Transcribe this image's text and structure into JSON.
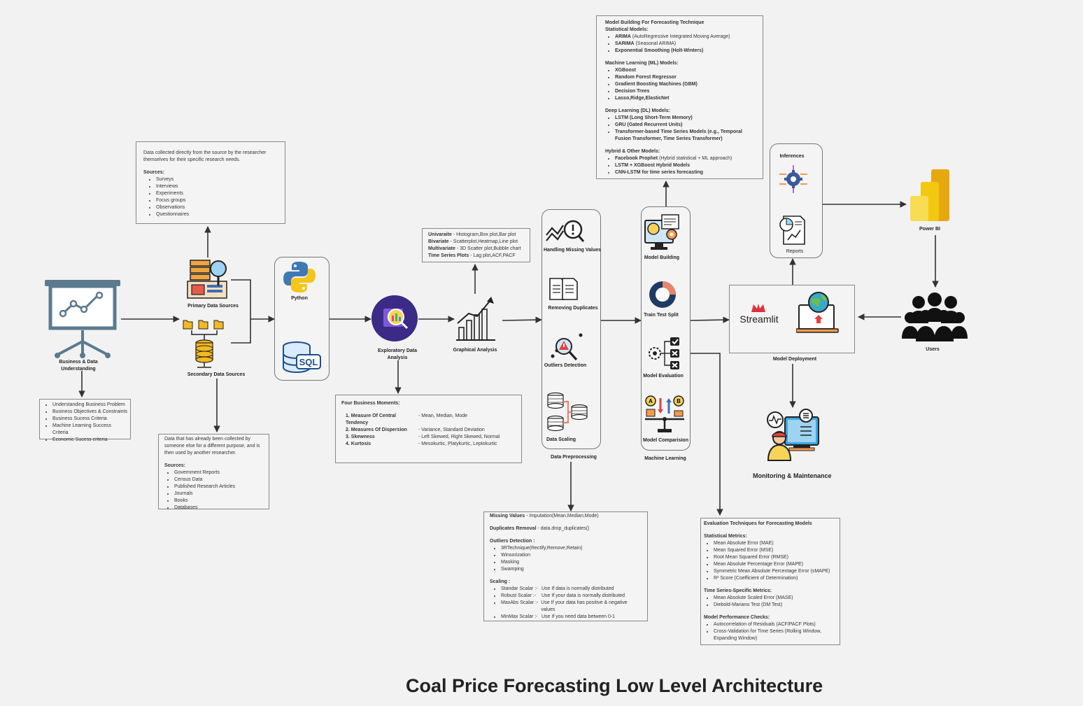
{
  "title": "Coal Price Forecasting Low Level Architecture",
  "labels": {
    "business": [
      "Business & Data",
      "Understanding"
    ],
    "primary": "Primary Data Sources",
    "secondary": "Secondary Data Sources",
    "python": "Python",
    "eda": [
      "Exploratory Data",
      "Analysis"
    ],
    "graphical": "Graphical Analysis",
    "handling_missing": "Handling Missing Values",
    "removing_duplicates": "Removing Duplicates",
    "outliers": "Outliers Detection",
    "scaling": "Data Scaling",
    "preprocessing": "Data Preprocessing",
    "model_building": "Model Building",
    "train_test": "Train Test Split",
    "model_eval": "Model Evaluation",
    "model_comp": "Model Comparision",
    "ml": "Machine Learning",
    "inferences": "Inferences",
    "reports": "Reports",
    "powerbi": "Power BI",
    "streamlit": "Streamlit",
    "deployment": "Model Deployment",
    "users": "Users",
    "monitoring": "Monitoring & Maintenance"
  },
  "business_box": {
    "items": [
      "Understanding Business Problem",
      "Business Objectives & Constraints",
      "Business Sucess Criteria",
      "Machine Learning Success Criteria",
      "Economic Sucess criteria"
    ]
  },
  "primary_box": {
    "desc": "Data collected directly from the source by the researcher themselves for their specific research needs.",
    "heading": "Sources:",
    "items": [
      "Surveys",
      "Interviews",
      "Experiments",
      "Focus groups",
      "Observations",
      "Questionnaires"
    ]
  },
  "secondary_box": {
    "desc": "Data that has already been collected by someone else for a different purpose, and is then used by another researcher.",
    "heading": "Sources:",
    "items": [
      "Government Reports",
      "Census Data",
      "Published Research Articles",
      "Journals",
      "Books",
      "Databases"
    ]
  },
  "graph_box": {
    "rows": [
      {
        "k": "Univaraite",
        "v": " - Histogram,Box plot,Bar plot"
      },
      {
        "k": "Bivariate",
        "v": "     - Scatterplot,Heatmap,Line plot"
      },
      {
        "k": "Multivariate",
        "v": " - 3D Scatter plot,Bubble chart"
      },
      {
        "k": "Time Series Plots",
        "v": " - Lag plot,ACF,PACF"
      }
    ]
  },
  "moments_box": {
    "heading": "Four Business Moments:",
    "rows": [
      {
        "k": "Measure Of Central Tendency",
        "v": "-  Mean, Median, Mode"
      },
      {
        "k": "Measures Of Dispersion",
        "v": "-  Variance, Standard Deviation"
      },
      {
        "k": "Skewness",
        "v": "-  Left Skewed, Right Skewed, Normal"
      },
      {
        "k": "Kurtosis",
        "v": "-  Mesokurtic, Platykurtic, Leptokurtic"
      }
    ]
  },
  "prep_box": {
    "missing_k": "Missing Values",
    "missing_v": " - Imputation(Mean,Median,Mode)",
    "dup_k": "Duplicates Removal",
    "dup_v": " - data.drop_duplicates()",
    "outliers_heading": "Outliers Detection :",
    "outliers": [
      "3RTechnique(Rectify,Remove,Retain)",
      "Winsorization",
      "Masking",
      "Swamping"
    ],
    "scaling_heading": "Scaling :",
    "scaling": [
      {
        "k": "Standar Scalar :-",
        "v": "Use If data is normally distributed"
      },
      {
        "k": "Robust Scalar  :-",
        "v": "Use If  your data is normally distributed"
      },
      {
        "k": "MaxAbs Scalar :-",
        "v": "Use If  your data has positive & negative values"
      },
      {
        "k": "MinMax Scalar :-",
        "v": "Use If you need data between 0-1"
      }
    ]
  },
  "models_box": {
    "heading1": "Model Building For Forecasting Technique",
    "stat_heading": "Statistical Models:",
    "stat": [
      {
        "k": "ARIMA",
        "v": " (AutoRegressive Integrated Moving Average)"
      },
      {
        "k": "SARIMA",
        "v": " (Seasonal ARIMA)"
      },
      {
        "k": "Exponential Smoothing (Holt-Winters)",
        "v": ""
      }
    ],
    "ml_heading": "Machine Learning (ML) Models:",
    "ml": [
      "XGBoost",
      "Random Forest Regressor",
      "Gradient Boosting Machines (GBM)",
      "Decision Trees",
      "Lasso,Ridge,ElasticNet"
    ],
    "dl_heading": "Deep Learning (DL) Models:",
    "dl": [
      "LSTM (Long Short-Term Memory)",
      "GRU (Gated Recurrent Units)",
      "Transformer-based Time Series Models (e.g., Temporal Fusion Transformer, Time Series Transformer)"
    ],
    "hy_heading": "Hybrid & Other Models:",
    "hy": [
      {
        "k": "Facebook Prophet",
        "v": " (Hybrid statistical + ML approach)"
      },
      {
        "k": "LSTM + XGBoost Hybrid Models",
        "v": ""
      },
      {
        "k": "CNN-LSTM for time series forecasting",
        "v": ""
      }
    ]
  },
  "eval_box": {
    "heading": "Evaluation Techniques for Forecasting Models",
    "stat_heading": "Statistical Metrics:",
    "stat": [
      "Mean Absolute Error (MAE)",
      "Mean Squared Error (MSE)",
      "Root Mean Squared Error (RMSE)",
      "Mean Absolute Percentage Error (MAPE)",
      "Symmetric Mean Absolute Percentage Error (sMAPE)",
      "R² Score (Coefficient of Determination)"
    ],
    "ts_heading": "Time Series-Specific Metrics:",
    "ts": [
      "Mean Absolute Scaled Error (MASE)",
      "Diebold-Mariano Test (DM Test)"
    ],
    "perf_heading": "Model Performance Checks:",
    "perf": [
      "Autocorrelation of Residuals (ACF/PACF Plots)",
      "Cross-Validation for Time Series (Rolling Window, Expanding Window)"
    ]
  },
  "colors": {
    "arrow": "#333333",
    "python_blue": "#3f79b4",
    "python_yellow": "#f5c518",
    "powerbi": "#f2c811",
    "streamlit_red": "#e0313b",
    "eda_purple": "#3b2a86"
  }
}
